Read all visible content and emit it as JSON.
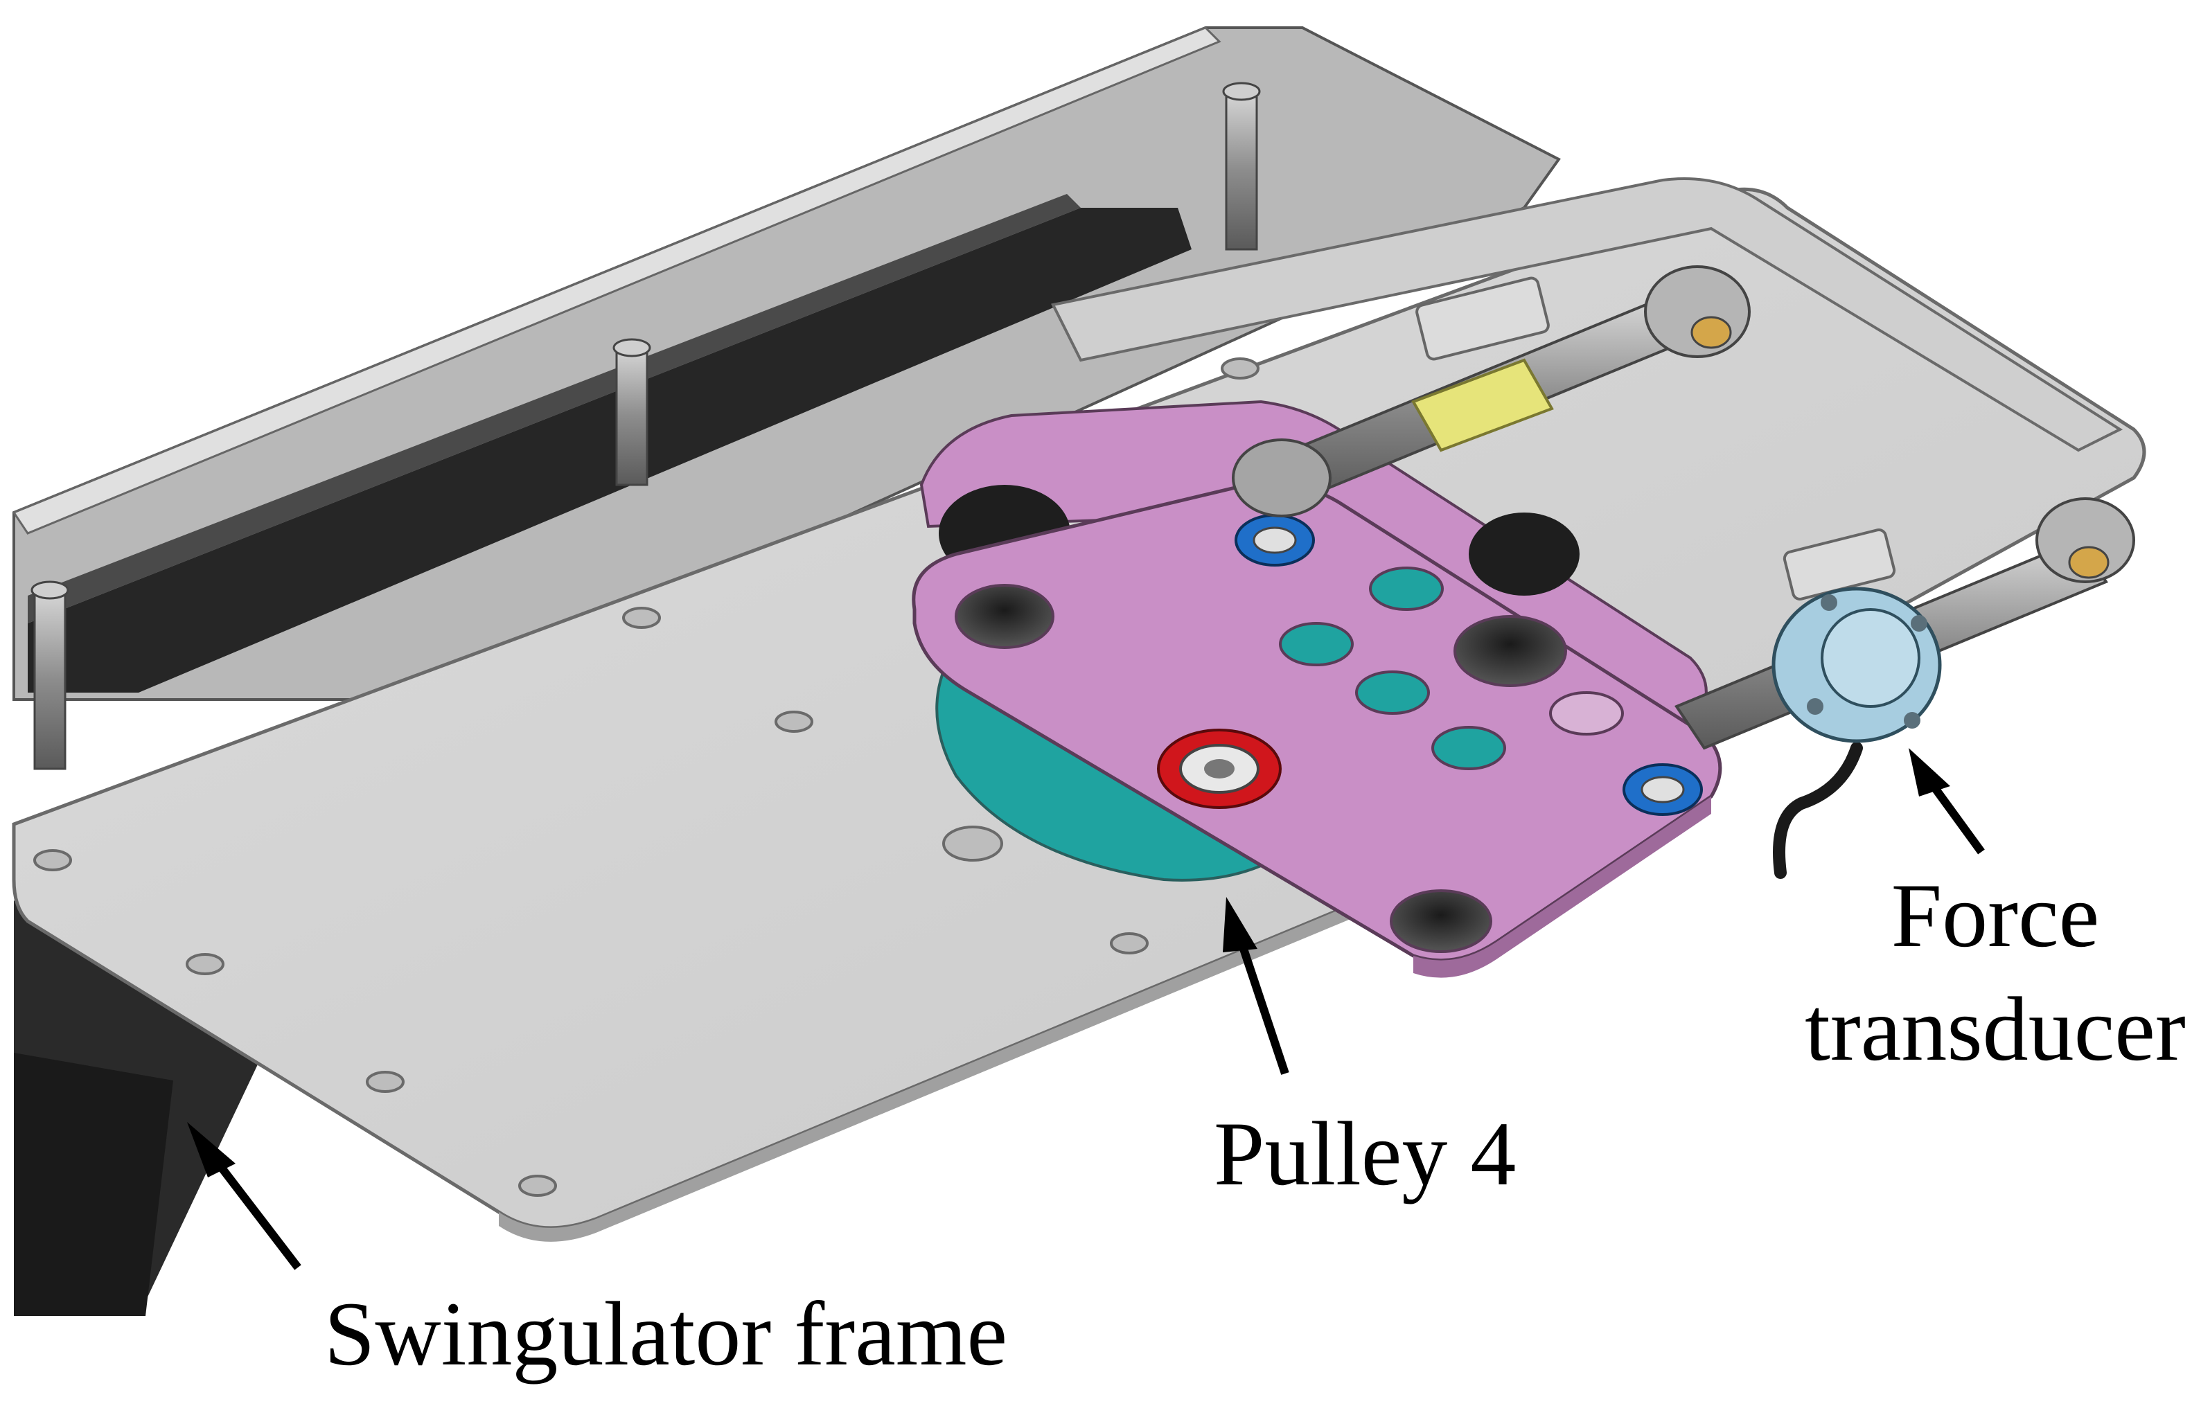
{
  "labels": {
    "swingulator_frame": "Swingulator frame",
    "pulley_4": "Pulley 4",
    "force_transducer_line1": "Force",
    "force_transducer_line2": "transducer"
  },
  "colors": {
    "plate": "#d4d4d4",
    "plate_edge": "#8a8a8a",
    "frame_dark": "#2a2a2a",
    "pulley_plate": "#c98fc6",
    "pulley_wheel": "#1fa3a0",
    "bearing_red": "#d0161c",
    "bearing_blue": "#1f6fc9",
    "transducer": "#a7cde0",
    "rod_yellow": "#e6e47a",
    "rod_gray": "#9a9a9a"
  }
}
